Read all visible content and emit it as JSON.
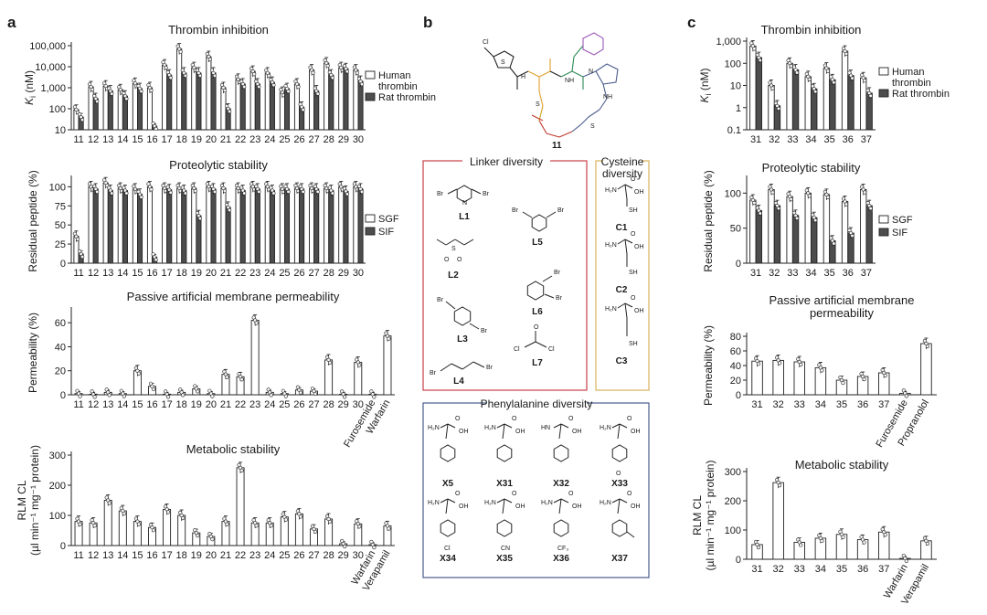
{
  "panel_labels": {
    "a": "a",
    "b": "b",
    "c": "c"
  },
  "colors": {
    "open": "#ffffff",
    "filled": "#4d4d4d",
    "point": "#f4f4f4",
    "line": "#222222",
    "linker_box": "#c9404a",
    "cysteine_box": "#d9b25a",
    "phe_box": "#4a5c8c"
  },
  "legends": {
    "thrombin": [
      "Human thrombin",
      "Rat thrombin"
    ],
    "stability": [
      "SGF",
      "SIF"
    ]
  },
  "chart_data": [
    {
      "id": "a_thrombin",
      "type": "bar",
      "title": "Thrombin inhibition",
      "ylabel": "K_i (nM)",
      "ylabel_main": "K",
      "ylabel_sub": "i",
      "ylabel_rest": " (nM)",
      "yscale": "log",
      "ylim": [
        10,
        100000
      ],
      "yticks": [
        10,
        100,
        1000,
        10000,
        100000
      ],
      "ytick_labels": [
        "10",
        "100",
        "1,000",
        "10,000",
        "100,000"
      ],
      "categories": [
        "11",
        "12",
        "13",
        "14",
        "15",
        "16",
        "17",
        "18",
        "19",
        "20",
        "21",
        "22",
        "23",
        "24",
        "25",
        "26",
        "27",
        "28",
        "29",
        "30"
      ],
      "series": [
        {
          "name": "Human thrombin",
          "values": [
            90,
            1100,
            1200,
            800,
            1600,
            1000,
            12000,
            70000,
            9000,
            30000,
            1000,
            2500,
            6000,
            5000,
            600,
            1500,
            7000,
            15000,
            9000,
            7000
          ]
        },
        {
          "name": "Rat thrombin",
          "values": [
            40,
            300,
            700,
            400,
            900,
            15,
            4000,
            5000,
            5000,
            5000,
            100,
            1500,
            1500,
            1800,
            900,
            120,
            700,
            4000,
            8000,
            2000
          ]
        }
      ]
    },
    {
      "id": "a_proteolytic",
      "type": "bar",
      "title": "Proteolytic stability",
      "ylabel": "Residual peptide (%)",
      "yscale": "linear",
      "ylim": [
        0,
        110
      ],
      "yticks": [
        0,
        25,
        50,
        75,
        100
      ],
      "categories": [
        "11",
        "12",
        "13",
        "14",
        "15",
        "16",
        "17",
        "18",
        "19",
        "20",
        "21",
        "22",
        "23",
        "24",
        "25",
        "26",
        "27",
        "28",
        "29",
        "30"
      ],
      "series": [
        {
          "name": "SGF",
          "values": [
            35,
            100,
            105,
            98,
            97,
            100,
            98,
            98,
            98,
            100,
            98,
            98,
            100,
            100,
            97,
            98,
            98,
            98,
            100,
            100
          ]
        },
        {
          "name": "SIF",
          "values": [
            12,
            97,
            95,
            95,
            90,
            8,
            96,
            95,
            62,
            97,
            73,
            95,
            97,
            95,
            97,
            97,
            97,
            95,
            94,
            97
          ]
        }
      ]
    },
    {
      "id": "a_pampa",
      "type": "bar",
      "title": "Passive artificial membrane permeability",
      "ylabel": "Permeability (%)",
      "yscale": "linear",
      "ylim": [
        0,
        70
      ],
      "yticks": [
        0,
        20,
        40,
        60
      ],
      "categories": [
        "11",
        "12",
        "13",
        "14",
        "15",
        "16",
        "17",
        "18",
        "19",
        "20",
        "21",
        "22",
        "23",
        "24",
        "25",
        "26",
        "27",
        "28",
        "29",
        "30",
        "Furosemide",
        "Warfarin"
      ],
      "values": [
        1,
        0.5,
        2,
        1,
        20,
        7,
        0.5,
        2,
        5,
        1,
        17,
        15,
        62,
        2,
        1,
        4,
        3,
        29,
        0.5,
        27,
        0.5,
        49
      ]
    },
    {
      "id": "a_metabolic",
      "type": "bar",
      "title": "Metabolic stability",
      "ylabel": "RLM CL (µl min⁻¹ mg⁻¹ protein)",
      "ylabel_line1": "RLM CL",
      "ylabel_line2": "(µl min⁻¹ mg⁻¹ protein)",
      "yscale": "linear",
      "ylim": [
        0,
        300
      ],
      "yticks": [
        0,
        100,
        200,
        300
      ],
      "categories": [
        "11",
        "12",
        "13",
        "14",
        "15",
        "16",
        "17",
        "18",
        "19",
        "20",
        "21",
        "22",
        "23",
        "24",
        "25",
        "26",
        "27",
        "28",
        "29",
        "30",
        "Warfarin",
        "Verapamil"
      ],
      "values": [
        80,
        75,
        150,
        115,
        80,
        60,
        120,
        100,
        42,
        30,
        80,
        258,
        75,
        75,
        95,
        105,
        55,
        88,
        6,
        72,
        3,
        65
      ]
    },
    {
      "id": "c_thrombin",
      "type": "bar",
      "title": "Thrombin inhibition",
      "ylabel": "K_i (nM)",
      "ylabel_main": "K",
      "ylabel_sub": "i",
      "ylabel_rest": " (nM)",
      "yscale": "log",
      "ylim": [
        0.1,
        1000
      ],
      "yticks": [
        0.1,
        1,
        10,
        100,
        1000
      ],
      "ytick_labels": [
        "0.1",
        "1",
        "10",
        "100",
        "1,000"
      ],
      "categories": [
        "31",
        "32",
        "33",
        "34",
        "35",
        "36",
        "37"
      ],
      "series": [
        {
          "name": "Human thrombin",
          "values": [
            600,
            10,
            100,
            25,
            60,
            350,
            22
          ]
        },
        {
          "name": "Rat thrombin",
          "values": [
            180,
            1.2,
            50,
            7,
            18,
            28,
            4.5
          ]
        }
      ]
    },
    {
      "id": "c_proteolytic",
      "type": "bar",
      "title": "Proteolytic stability",
      "ylabel": "Residual peptide (%)",
      "yscale": "linear",
      "ylim": [
        0,
        120
      ],
      "yticks": [
        0,
        50,
        100
      ],
      "categories": [
        "31",
        "32",
        "33",
        "34",
        "35",
        "36",
        "37"
      ],
      "series": [
        {
          "name": "SGF",
          "values": [
            90,
            105,
            95,
            100,
            98,
            88,
            105
          ]
        },
        {
          "name": "SIF",
          "values": [
            75,
            82,
            68,
            65,
            32,
            43,
            82
          ]
        }
      ]
    },
    {
      "id": "c_pampa",
      "type": "bar",
      "title": "Passive artificial membrane permeability",
      "title_line1": "Passive artificial membrane",
      "title_line2": "permeability",
      "ylabel": "Permeability (%)",
      "yscale": "linear",
      "ylim": [
        0,
        80
      ],
      "yticks": [
        0,
        20,
        40,
        60,
        80
      ],
      "categories": [
        "31",
        "32",
        "33",
        "34",
        "35",
        "36",
        "37",
        "Furosemide",
        "Propranolol"
      ],
      "values": [
        46,
        47,
        45,
        37,
        20,
        25,
        30,
        2,
        70
      ]
    },
    {
      "id": "c_metabolic",
      "type": "bar",
      "title": "Metabolic stability",
      "ylabel": "RLM CL (µl min⁻¹ mg⁻¹ protein)",
      "ylabel_line1": "RLM CL",
      "ylabel_line2": "(µl min⁻¹ mg⁻¹ protein)",
      "yscale": "linear",
      "ylim": [
        0,
        300
      ],
      "yticks": [
        0,
        100,
        200,
        300
      ],
      "categories": [
        "31",
        "32",
        "33",
        "34",
        "35",
        "36",
        "37",
        "Warfarin",
        "Verapamil"
      ],
      "values": [
        50,
        262,
        58,
        72,
        85,
        67,
        93,
        3,
        63
      ]
    }
  ],
  "chemistry": {
    "main_compound": "11",
    "linker_title": "Linker diversity",
    "cysteine_title": "Cysteine diversity",
    "cysteine_title_line1": "Cysteine",
    "cysteine_title_line2": "diversity",
    "phe_title": "Phenylalanine diversity",
    "linkers": [
      "L1",
      "L2",
      "L3",
      "L4",
      "L5",
      "L6",
      "L7"
    ],
    "cysteines": [
      "C1",
      "C2",
      "C3"
    ],
    "phenylalanines": [
      "X5",
      "X31",
      "X32",
      "X33",
      "X34",
      "X35",
      "X36",
      "X37"
    ],
    "atoms": {
      "Br": "Br",
      "Cl": "Cl",
      "S": "S",
      "O": "O",
      "N": "N",
      "NH": "NH",
      "HN": "HN",
      "H2N": "H₂N",
      "OH": "OH",
      "SH": "SH",
      "CN": "CN",
      "CF3": "CF₃",
      "H": "H"
    }
  }
}
